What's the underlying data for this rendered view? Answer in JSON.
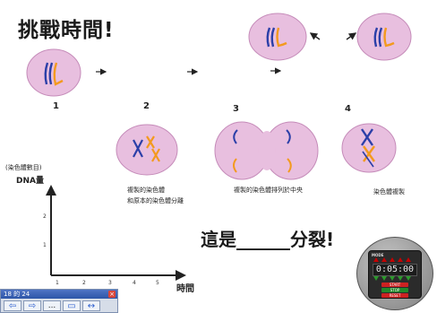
{
  "title": "挑戰時間!",
  "stages": [
    {
      "number": "1"
    },
    {
      "number": "2",
      "caption_lines": [
        "複製的染色體",
        "和原本的染色體分離"
      ]
    },
    {
      "number": "3",
      "caption_lines": [
        "複製的染色體排列於中央"
      ]
    },
    {
      "number": "4",
      "caption_lines": [
        "染色體複製"
      ]
    }
  ],
  "graph": {
    "ylabel_top": "(染色體數目)",
    "ylabel": "DNA量",
    "xlabel": "時間",
    "y_ticks": [
      "2",
      "1"
    ],
    "x_ticks": [
      "1",
      "2",
      "3",
      "4",
      "5"
    ]
  },
  "question": "這是______分裂!",
  "colors": {
    "cell_fill": "#e8bfdf",
    "cell_stroke": "#c58bb9",
    "chromosome_blue": "#2b3fa8",
    "chromosome_orange": "#f39a1e",
    "arrow": "#222222"
  },
  "timer": {
    "mode_label": "MODE",
    "display": "0:05:00",
    "start_label": "START",
    "stop_label": "STOP",
    "reset_label": "RESET"
  },
  "nav_panel": {
    "header": "18 的 24",
    "close_icon": "close-icon",
    "prev_icon": "arrow-left-icon",
    "next_icon": "arrow-right-icon",
    "more_label": "...",
    "screen_icon": "screen-icon",
    "pen_icon": "pen-icon"
  }
}
